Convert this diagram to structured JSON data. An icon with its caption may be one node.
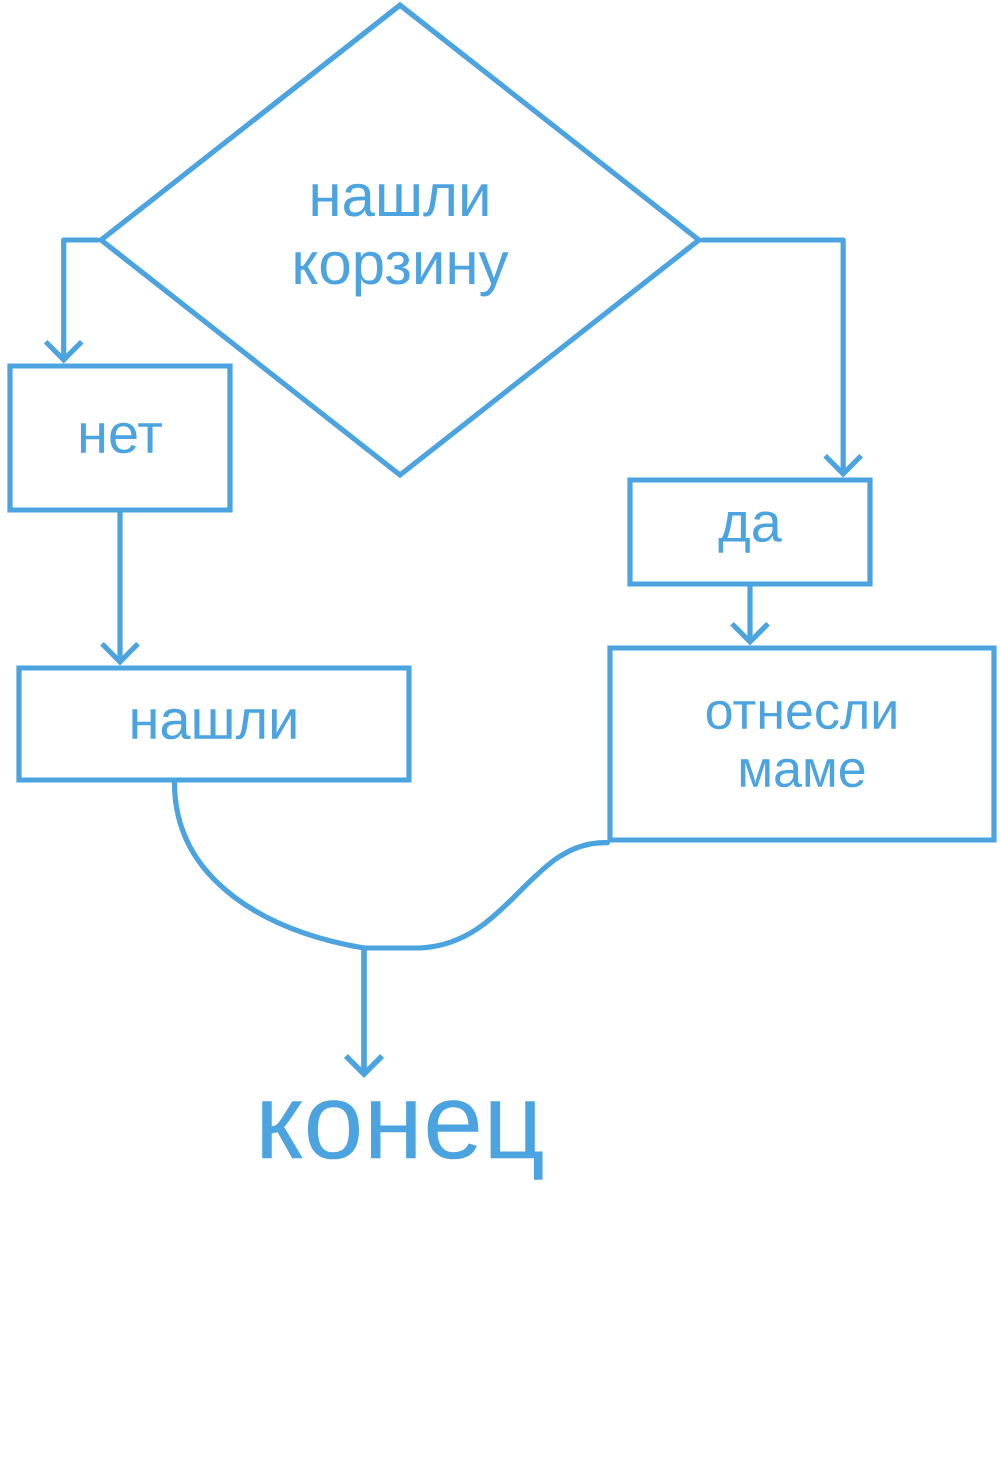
{
  "diagram": {
    "nodes": [
      {
        "text": [
          "нашли корзину"
        ]
      },
      {
        "text": [
          "нет"
        ]
      },
      {
        "text": [
          "нашли"
        ]
      },
      {
        "text": [
          "да"
        ]
      },
      {
        "text": [
          "отнесли маме"
        ]
      },
      {
        "text": [
          "конец"
        ]
      }
    ],
    "edges": [
      {
        "from": 0,
        "to": 1,
        "arrow": "to"
      },
      {
        "from": 0,
        "to": 3,
        "arrow": "to"
      },
      {
        "from": 1,
        "to": 2,
        "arrow": "to"
      },
      {
        "from": 3,
        "to": 4,
        "arrow": "to"
      },
      {
        "from": 2,
        "to": 5,
        "arrow": "to"
      },
      {
        "from": 4,
        "to": 5,
        "arrow": "to"
      }
    ]
  }
}
